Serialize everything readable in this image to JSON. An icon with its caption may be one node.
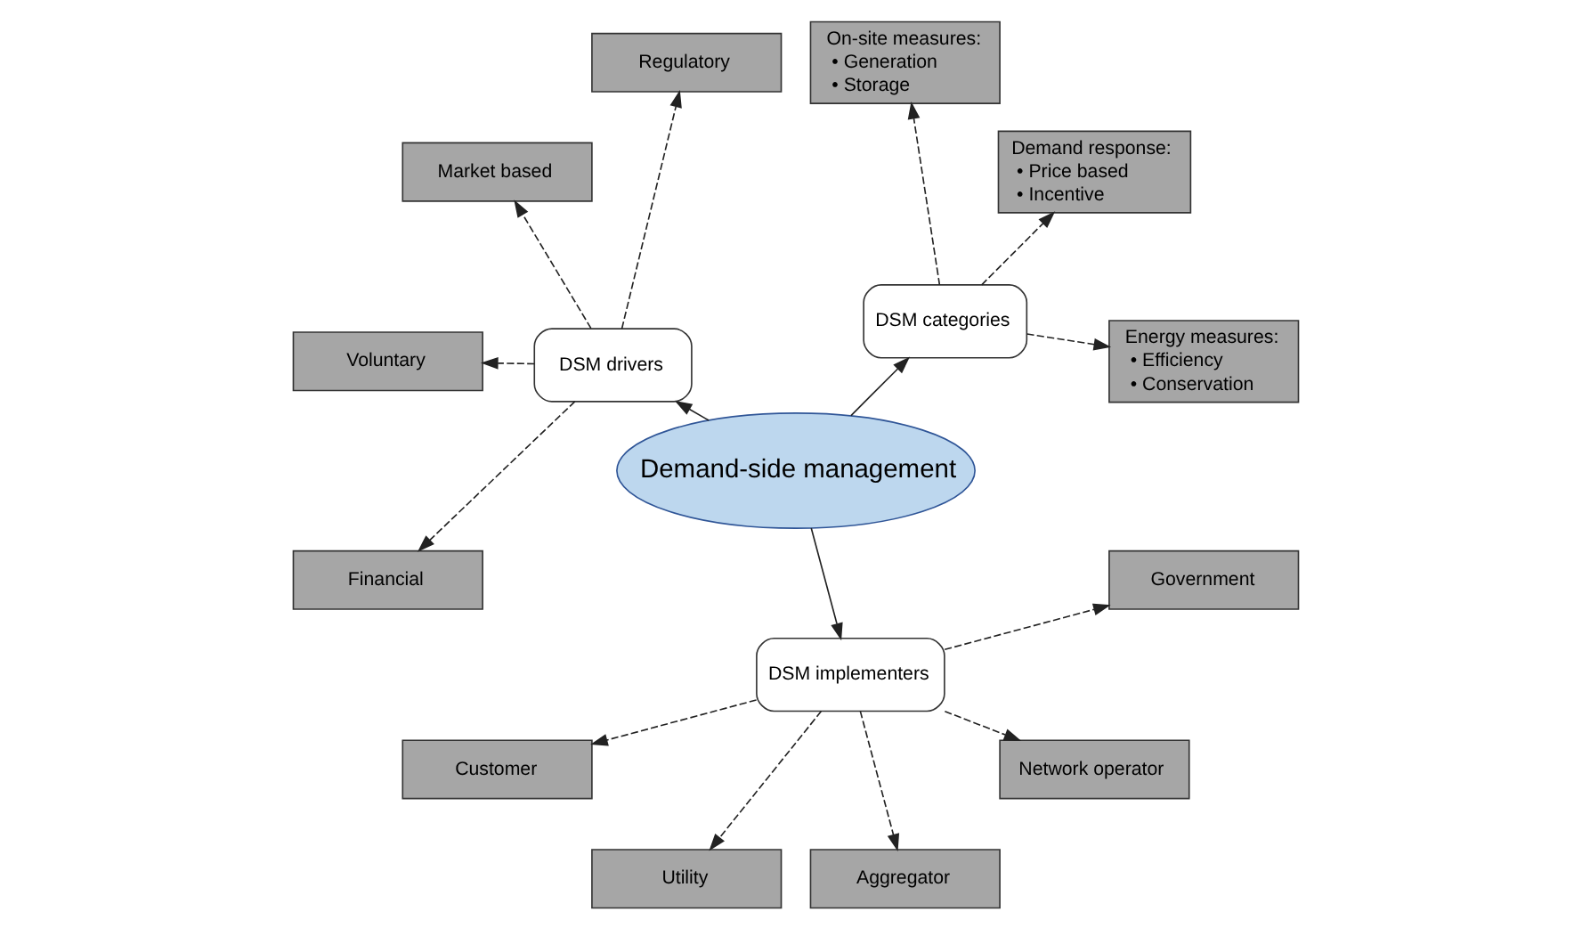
{
  "diagram": {
    "nodes": [
      {
        "text": [
          "Demand-side management"
        ]
      },
      {
        "text": [
          "DSM categories"
        ]
      },
      {
        "text": [
          "Energy measures:",
          "• Efficiency",
          "• Conservation"
        ]
      },
      {
        "text": [
          "Demand response:",
          "• Price based",
          "• Incentive"
        ]
      },
      {
        "text": [
          "On-site measures:",
          "• Generation",
          "• Storage"
        ]
      },
      {
        "text": [
          "DSM drivers"
        ]
      },
      {
        "text": [
          "Regulatory"
        ]
      },
      {
        "text": [
          "Market based"
        ]
      },
      {
        "text": [
          "Voluntary"
        ]
      },
      {
        "text": [
          "Financial"
        ]
      },
      {
        "text": [
          "DSM implementers"
        ]
      },
      {
        "text": [
          "Customer"
        ]
      },
      {
        "text": [
          "Utility"
        ]
      },
      {
        "text": [
          "Aggregator"
        ]
      },
      {
        "text": [
          "Network operator"
        ]
      },
      {
        "text": [
          "Government"
        ]
      }
    ],
    "edges": [
      {
        "from": 0,
        "to": 1,
        "arrow": "to"
      },
      {
        "from": 1,
        "to": 2,
        "arrow": "to",
        "style": "dashed"
      },
      {
        "from": 1,
        "to": 3,
        "arrow": "to",
        "style": "dashed"
      },
      {
        "from": 1,
        "to": 4,
        "arrow": "to",
        "style": "dashed"
      },
      {
        "from": 0,
        "to": 5,
        "arrow": "to"
      },
      {
        "from": 5,
        "to": 6,
        "arrow": "to",
        "style": "dashed"
      },
      {
        "from": 5,
        "to": 7,
        "arrow": "to",
        "style": "dashed"
      },
      {
        "from": 5,
        "to": 8,
        "arrow": "to",
        "style": "dashed"
      },
      {
        "from": 5,
        "to": 9,
        "arrow": "to",
        "style": "dashed"
      },
      {
        "from": 0,
        "to": 10,
        "arrow": "to"
      },
      {
        "from": 10,
        "to": 11,
        "arrow": "to",
        "style": "dashed"
      },
      {
        "from": 10,
        "to": 12,
        "arrow": "to",
        "style": "dashed"
      },
      {
        "from": 10,
        "to": 13,
        "arrow": "to",
        "style": "dashed"
      },
      {
        "from": 10,
        "to": 14,
        "arrow": "to",
        "style": "dashed"
      },
      {
        "from": 10,
        "to": 15,
        "arrow": "to",
        "style": "dashed"
      }
    ]
  }
}
